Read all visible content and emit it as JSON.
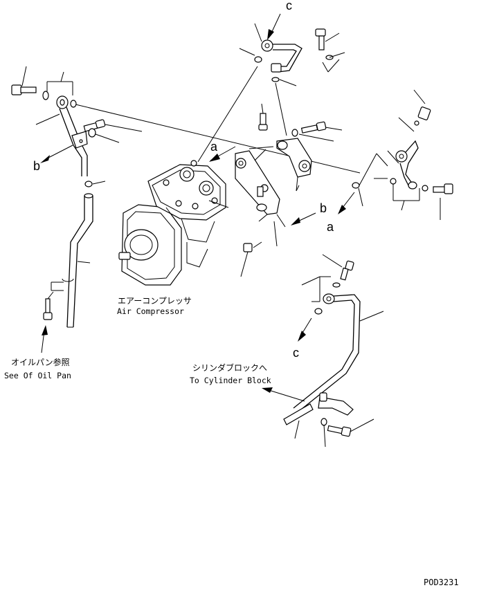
{
  "callouts": {
    "a_upper": "a",
    "a_right": "a",
    "b_left": "b",
    "b_right": "b",
    "c_top": "c",
    "c_lower": "c"
  },
  "labels": {
    "air_compressor_jp": "エアーコンプレッサ",
    "air_compressor_en": "Air Compressor",
    "oil_pan_jp": "オイルパン参照",
    "oil_pan_en": "See Of Oil Pan",
    "cylinder_block_jp": "シリンダブロックへ",
    "cylinder_block_en": "To Cylinder Block"
  },
  "figure_code": "POD3231"
}
